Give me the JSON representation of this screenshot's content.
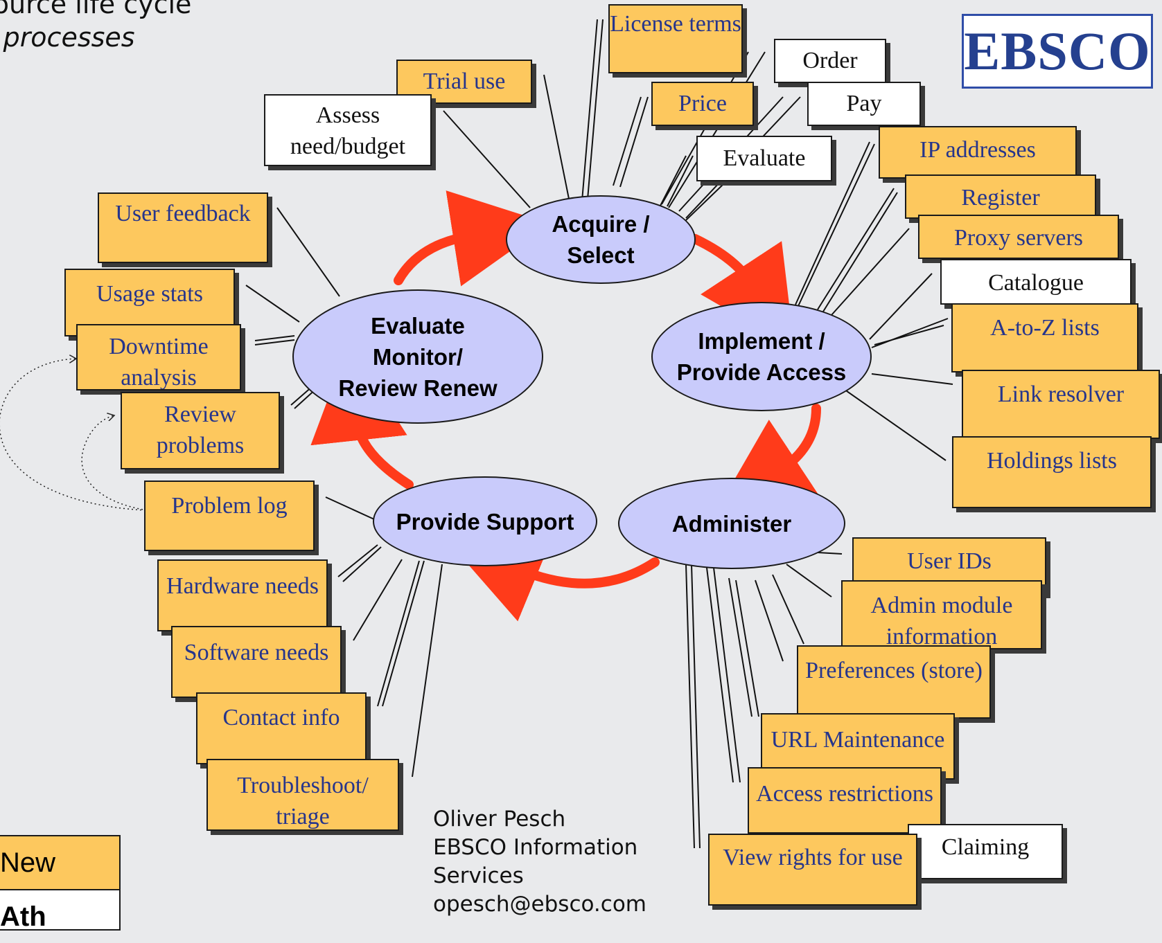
{
  "title": {
    "line1": "source life cycle",
    "line2": "y processes"
  },
  "logo": "EBSCO",
  "cycle_stages": {
    "acquire": "Acquire /\nSelect",
    "implement": "Implement /\nProvide Access",
    "administer": "Administer",
    "support": "Provide Support",
    "evaluate": "Evaluate\nMonitor/\nReview Renew"
  },
  "tasks": {
    "trial_use": "Trial use",
    "assess_need": "Assess need/budget",
    "license_terms": "License terms",
    "price": "Price",
    "order": "Order",
    "pay": "Pay",
    "evaluate": "Evaluate",
    "ip_addresses": "IP addresses",
    "register": "Register",
    "proxy_servers": "Proxy servers",
    "catalogue": "Catalogue",
    "a_to_z": "A-to-Z lists",
    "link_resolver": "Link resolver",
    "holdings_lists": "Holdings lists",
    "user_ids": "User IDs",
    "admin_module": "Admin module information",
    "preferences": "Preferences (store)",
    "url_maintenance": "URL Maintenance",
    "access_restrictions": "Access restrictions",
    "claiming": "Claiming",
    "view_rights": "View rights for use",
    "user_feedback": "User feedback",
    "usage_stats": "Usage stats",
    "downtime_analysis": "Downtime analysis",
    "review_problems": "Review problems",
    "problem_log": "Problem log",
    "hardware_needs": "Hardware needs",
    "software_needs": "Software needs",
    "contact_info": "Contact info",
    "troubleshoot": "Troubleshoot/ triage"
  },
  "author": {
    "name": "Oliver Pesch",
    "org": "EBSCO Information",
    "org2": "Services",
    "email": "opesch@ebsco.com"
  },
  "legend": {
    "new": "New",
    "old": "Ath"
  },
  "colors": {
    "new_box": "#fdc85e",
    "old_box": "#ffffff",
    "stage_fill": "#c9cbfb",
    "arrow": "#ff3b1a",
    "box_text": "#26358c"
  }
}
